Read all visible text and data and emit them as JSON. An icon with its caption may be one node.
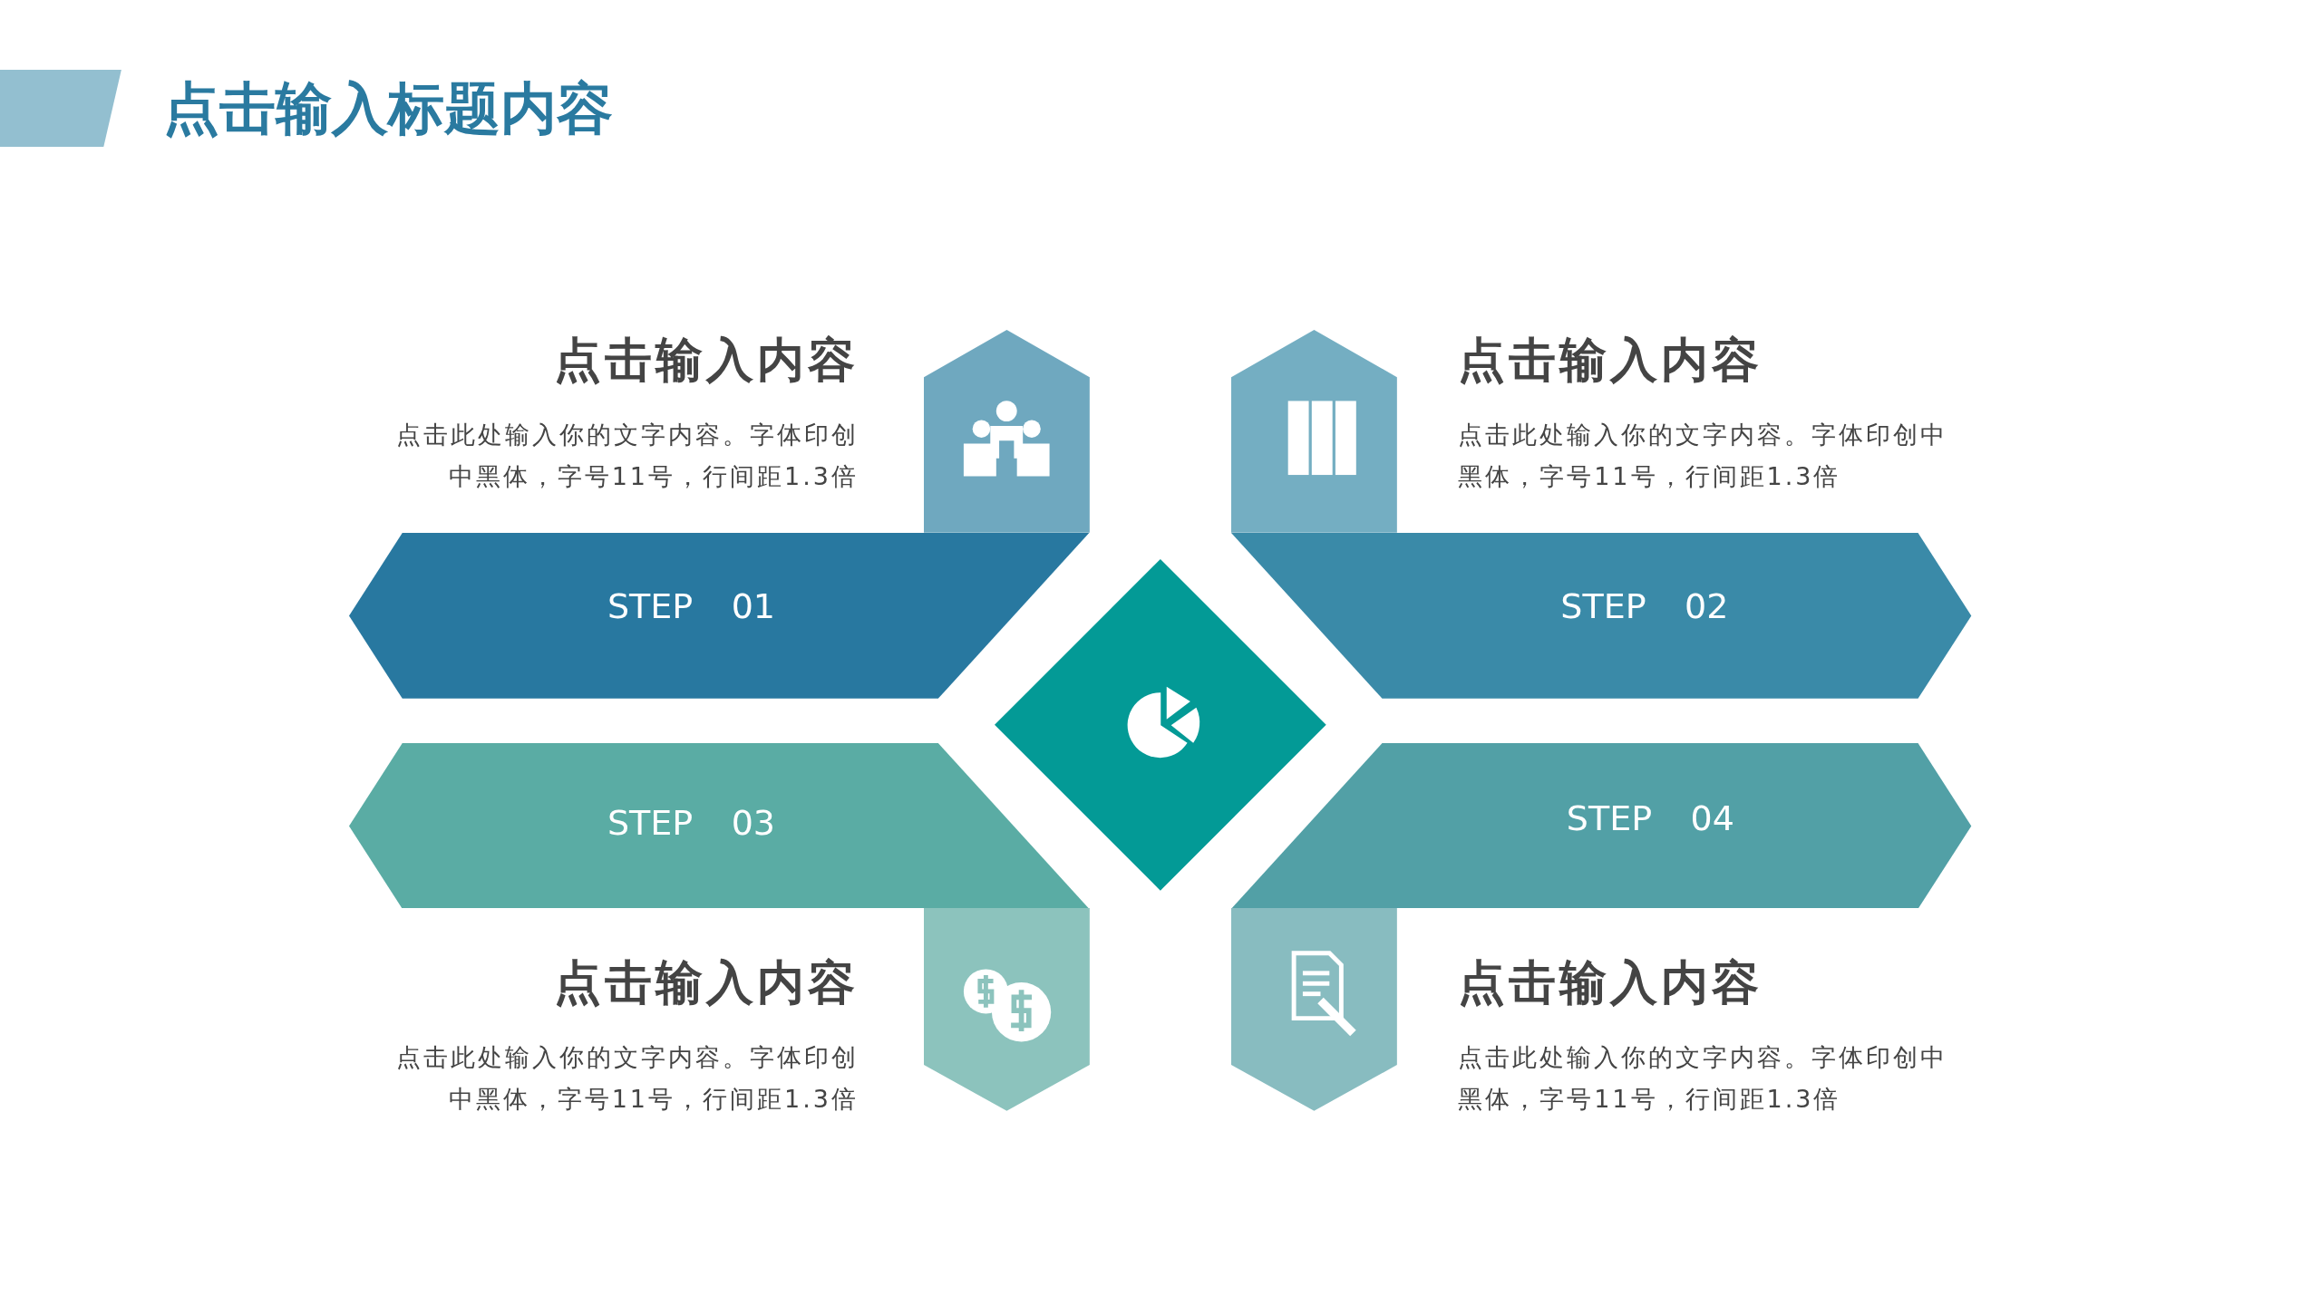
{
  "diagram": {
    "title": "点击输入标题内容",
    "nodes": [
      {
        "text": [],
        "shape": "hexagon"
      },
      {
        "text": [],
        "shape": "hexagon"
      },
      {
        "text": [
          "STEP 01"
        ]
      },
      {
        "text": [
          "STEP 02"
        ]
      },
      {
        "text": [],
        "shape": "diamond"
      },
      {
        "text": [
          "STEP 03"
        ]
      },
      {
        "text": [
          "STEP 04"
        ]
      },
      {
        "text": [],
        "shape": "hexagon"
      },
      {
        "text": [],
        "shape": "hexagon"
      }
    ],
    "edges": [],
    "labels": [
      "点击输入内容",
      "点击此处输入你的文字内容。字体印创中黑体，字号11号，行间距1.3倍",
      "点击输入内容",
      "点击此处输入你的文字内容。字体印创中黑体，字号11号，行间距1.3倍",
      "点击输入内容",
      "点击此处输入你的文字内容。字体印创中黑体，字号11号，行间距1.3倍",
      "点击输入内容",
      "点击此处输入你的文字内容。字体印创中黑体，字号11号，行间距1.3倍"
    ]
  }
}
